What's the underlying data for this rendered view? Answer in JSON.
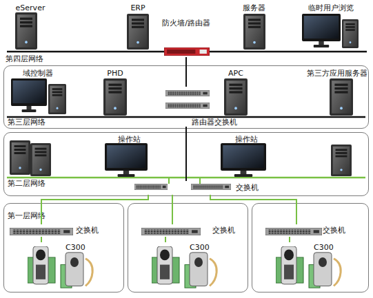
{
  "diagram": {
    "nodes": [
      {
        "text": [
          "eServer"
        ]
      },
      {
        "text": [
          "ERP"
        ]
      },
      {
        "text": [
          "防火墙/路由器"
        ]
      },
      {
        "text": [
          "服务器"
        ]
      },
      {
        "text": [
          "临时用户浏览"
        ]
      },
      {
        "text": [
          "第三层网络"
        ]
      },
      {
        "text": [
          "域控制器"
        ],
        "in": 5
      },
      {
        "text": [
          "PHD"
        ],
        "in": 5
      },
      {
        "text": [
          "APC"
        ],
        "in": 5
      },
      {
        "text": [
          "第三方应用服务器"
        ],
        "in": 5
      },
      {
        "text": [
          "路由器交换机"
        ],
        "in": 5
      },
      {
        "text": [
          "第二层网络"
        ]
      },
      {
        "text": [
          "操作站"
        ],
        "in": 11
      },
      {
        "text": [
          "操作站"
        ],
        "in": 11
      },
      {
        "text": [
          "交换机"
        ],
        "in": 11
      },
      {
        "text": [
          "第一层网络"
        ]
      },
      {
        "text": [
          "交换机"
        ],
        "in": 15
      },
      {
        "text": [
          "C300"
        ],
        "in": 15
      },
      {
        "text": []
      },
      {
        "text": [
          "交换机"
        ],
        "in": 18
      },
      {
        "text": [
          "C300"
        ],
        "in": 18
      },
      {
        "text": []
      },
      {
        "text": [
          "交换机"
        ],
        "in": 21
      },
      {
        "text": [
          "C300"
        ],
        "in": 21
      }
    ],
    "edges": [
      {
        "from": 2,
        "to": 10,
        "arrow": "none"
      },
      {
        "from": 10,
        "to": 14,
        "arrow": "none"
      },
      {
        "from": 14,
        "to": 16,
        "arrow": "none"
      },
      {
        "from": 14,
        "to": 19,
        "arrow": "none"
      },
      {
        "from": 14,
        "to": 22,
        "arrow": "none"
      },
      {
        "from": 16,
        "to": 17,
        "arrow": "none"
      },
      {
        "from": 19,
        "to": 20,
        "arrow": "none"
      },
      {
        "from": 22,
        "to": 23,
        "arrow": "none"
      }
    ],
    "labels": [
      "第四层网络"
    ]
  }
}
